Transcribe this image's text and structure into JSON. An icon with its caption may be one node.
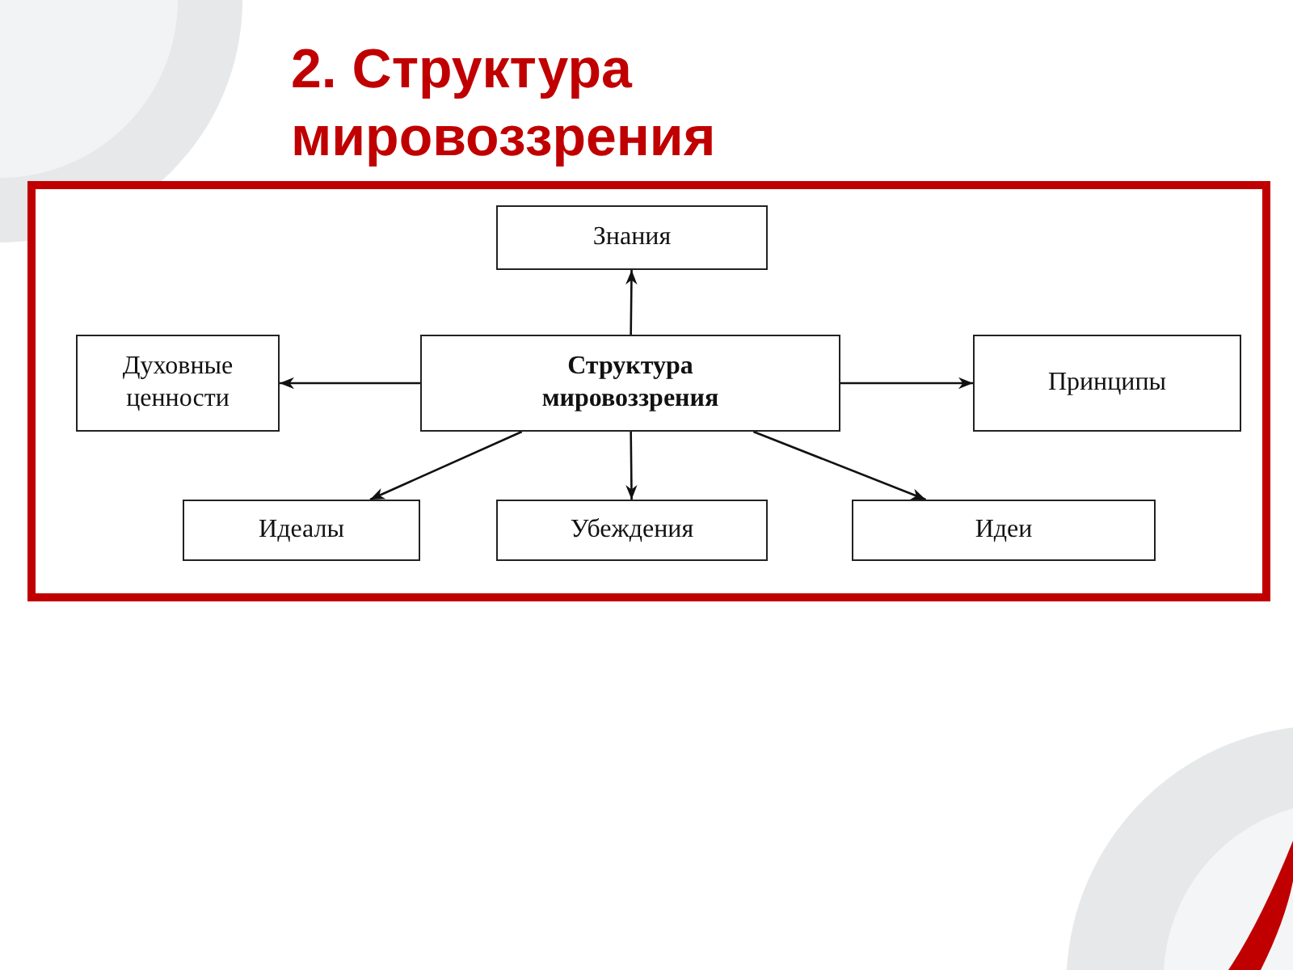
{
  "diagram": {
    "title": "2. Структура мировоззрения",
    "nodes": [
      {
        "text": [
          "Знания"
        ]
      },
      {
        "text": [
          "Духовные ценности"
        ]
      },
      {
        "text": [
          "Структура мировоззрения"
        ]
      },
      {
        "text": [
          "Принципы"
        ]
      },
      {
        "text": [
          "Идеалы"
        ]
      },
      {
        "text": [
          "Убеждения"
        ]
      },
      {
        "text": [
          "Идеи"
        ]
      }
    ],
    "edges": [
      {
        "from": 2,
        "to": 0,
        "arrow": "to"
      },
      {
        "from": 2,
        "to": 1,
        "arrow": "to"
      },
      {
        "from": 2,
        "to": 3,
        "arrow": "to"
      },
      {
        "from": 2,
        "to": 4,
        "arrow": "to"
      },
      {
        "from": 2,
        "to": 5,
        "arrow": "to"
      },
      {
        "from": 2,
        "to": 6,
        "arrow": "to"
      }
    ]
  }
}
